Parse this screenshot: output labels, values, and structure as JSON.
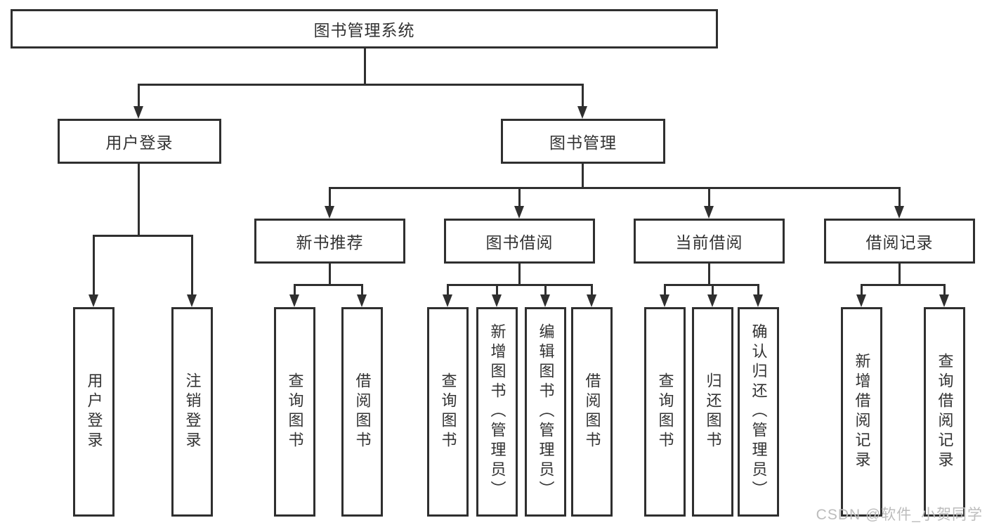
{
  "diagram": {
    "root": "图书管理系统",
    "level2": [
      "用户登录",
      "图书管理"
    ],
    "level3": [
      "新书推荐",
      "图书借阅",
      "当前借阅",
      "借阅记录"
    ],
    "user_login_children": [
      "用户登录",
      "注销登录"
    ],
    "new_book_children": [
      "查询图书",
      "借阅图书"
    ],
    "book_borrow_children": [
      "查询图书",
      "新增图书（管理员）",
      "编辑图书（管理员）",
      "借阅图书"
    ],
    "current_borrow_children": [
      "查询图书",
      "归还图书",
      "确认归还（管理员）"
    ],
    "record_children": [
      "新增借阅记录",
      "查询借阅记录"
    ]
  },
  "watermark": "CSDN @软件_小贺同学",
  "colors": {
    "line": "#2f2f2f",
    "text": "#333333",
    "watermark": "#bcbcbc",
    "background": "#ffffff"
  }
}
